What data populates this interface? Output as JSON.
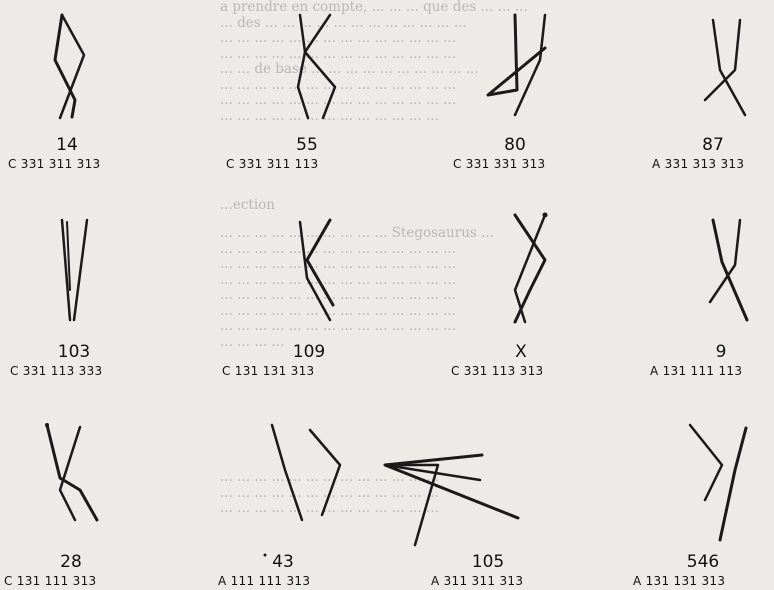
{
  "background_text": {
    "paragraph_1": "a prendre en compte, ... ... ... que des ... ... ...\n... des ... ... ... ... ... ... ... ... ... ... ... ...\n... ... ... ... ... ... ... ... ... ... ... ... ... ...\n... ... ... ... ... ... ... ... ... ... ... ... ... ...\n... ... de base ... ... ... ... ... ... ... ... ... ...\n... ... ... ... ... ... ... ... ... ... ... ... ... ...\n... ... ... ... ... ... ... ... ... ... ... ... ... ...\n... ... ... ... ... ... ... ... ... ... ... ... ...",
    "heading": "...ection",
    "paragraph_2": "... ... ... ... ... ... ... ... ... ... Stegosaurus ...\n... ... ... ... ... ... ... ... ... ... ... ... ... ...\n... ... ... ... ... ... ... ... ... ... ... ... ... ...\n... ... ... ... ... ... ... ... ... ... ... ... ... ...\n... ... ... ... ... ... ... ... ... ... ... ... ... ...\n... ... ... ... ... ... ... ... ... ... ... ... ... ...\n... ... ... ... ... ... ... ... ... ... ... ... ... ...\n... ... ... ...",
    "paragraph_3": "... ... ... ... ... ... ... ... ... ... ... ... ...\n... ... ... ... ... ... ... ... ... ... ... ... ...\n... ... ... ... ... ... ... ... ... ... ... ... ..."
  },
  "figures": [
    {
      "id": "fig-14",
      "number": "14",
      "code": "C 331  311  313"
    },
    {
      "id": "fig-55",
      "number": "55",
      "code": "C 331  311  113"
    },
    {
      "id": "fig-80",
      "number": "80",
      "code": "C 331  331  313"
    },
    {
      "id": "fig-87",
      "number": "87",
      "code": "A 331  313  313"
    },
    {
      "id": "fig-103",
      "number": "103",
      "code": "C 331  113  333"
    },
    {
      "id": "fig-109",
      "number": "109",
      "code": "C 131  131  313"
    },
    {
      "id": "fig-X",
      "number": "X",
      "code": "C 331  113  313"
    },
    {
      "id": "fig-9",
      "number": "9",
      "code": "A 131  111  113"
    },
    {
      "id": "fig-28",
      "number": "28",
      "code": "C 131  111  313"
    },
    {
      "id": "fig-43",
      "number": "43",
      "code": "A  111  111  313"
    },
    {
      "id": "fig-105",
      "number": "105",
      "code": "A 311  311  313"
    },
    {
      "id": "fig-546",
      "number": "546",
      "code": "A 131  131  313"
    }
  ]
}
